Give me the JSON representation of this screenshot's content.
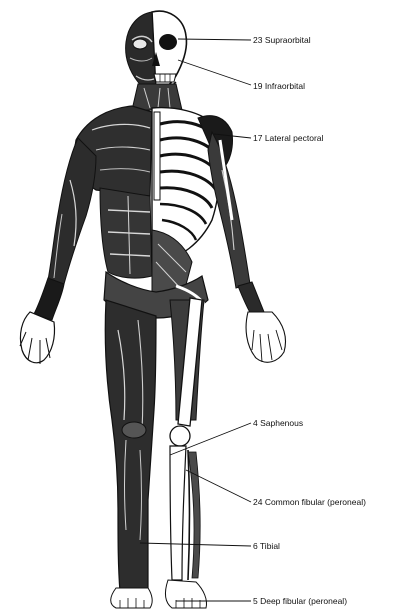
{
  "figure": {
    "icon": "anatomical-figure-nerves",
    "ink_color": "#111111",
    "background": "#ffffff"
  },
  "labels": [
    {
      "id": "supraorbital",
      "text": "23 Supraorbital"
    },
    {
      "id": "infraorbital",
      "text": "19 Infraorbital"
    },
    {
      "id": "lateral-pectoral",
      "text": "17 Lateral pectoral"
    },
    {
      "id": "saphenous",
      "text": "4 Saphenous"
    },
    {
      "id": "common-fibular",
      "text": "24 Common fibular (peroneal)"
    },
    {
      "id": "tibial",
      "text": "6 Tibial"
    },
    {
      "id": "deep-fibular",
      "text": "5 Deep fibular (peroneal)"
    }
  ]
}
